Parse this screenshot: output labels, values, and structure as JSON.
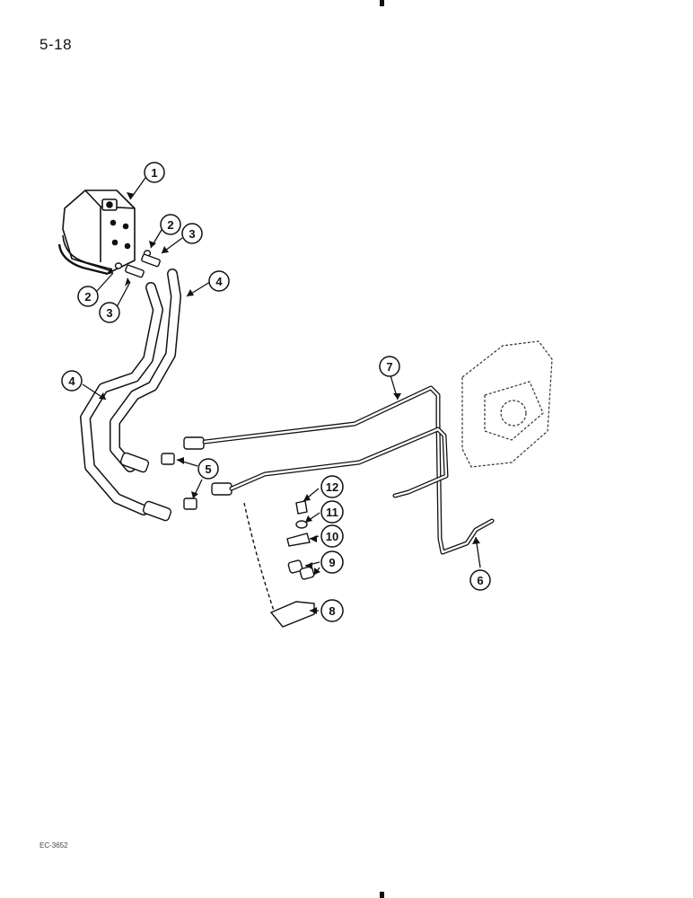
{
  "page": {
    "number": "5-18",
    "code": "EC-3652"
  },
  "callouts": [
    {
      "label": "1"
    },
    {
      "label": "2"
    },
    {
      "label": "3"
    },
    {
      "label": "2"
    },
    {
      "label": "3"
    },
    {
      "label": "4"
    },
    {
      "label": "4"
    },
    {
      "label": "5"
    },
    {
      "label": "7"
    },
    {
      "label": "12"
    },
    {
      "label": "11"
    },
    {
      "label": "10"
    },
    {
      "label": "9"
    },
    {
      "label": "8"
    },
    {
      "label": "6"
    }
  ]
}
